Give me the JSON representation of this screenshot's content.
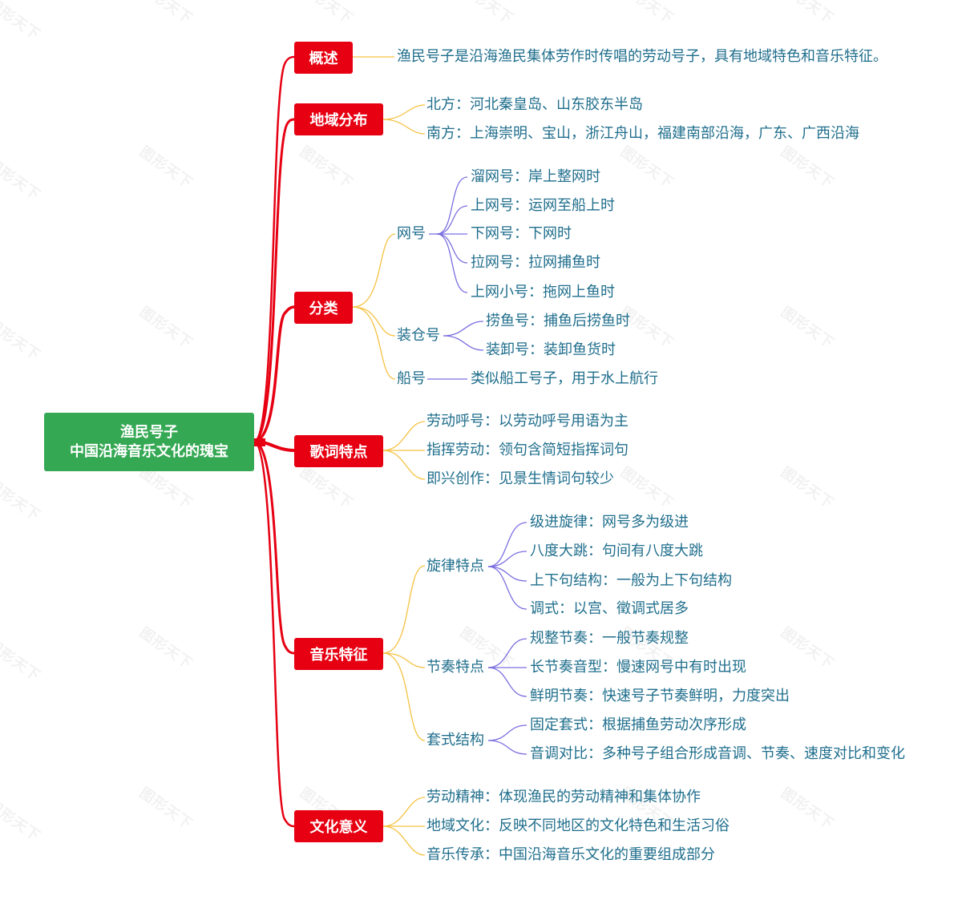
{
  "root": {
    "line1": "渔民号子",
    "line2": "中国沿海音乐文化的瑰宝",
    "color": "#34a853"
  },
  "colors": {
    "main_box": "#e60012",
    "trunk": "#e60012",
    "level2_link": "#f5c242",
    "level3_link": "#7b6fe0",
    "leaf_text": "#1f6e8c"
  },
  "watermark": "图形天下",
  "branches": {
    "overview": {
      "label": "概述",
      "items": [
        "渔民号子是沿海渔民集体劳作时传唱的劳动号子，具有地域特色和音乐特征。"
      ]
    },
    "distribution": {
      "label": "地域分布",
      "items": [
        "北方：河北秦皇岛、山东胶东半岛",
        "南方：上海崇明、宝山，浙江舟山，福建南部沿海，广东、广西沿海"
      ]
    },
    "classification": {
      "label": "分类",
      "groups": [
        {
          "label": "网号",
          "items": [
            "溜网号：岸上整网时",
            "上网号：运网至船上时",
            "下网号：下网时",
            "拉网号：拉网捕鱼时",
            "上网小号：拖网上鱼时"
          ]
        },
        {
          "label": "装仓号",
          "items": [
            "捞鱼号：捕鱼后捞鱼时",
            "装卸号：装卸鱼货时"
          ]
        },
        {
          "label": "船号",
          "items": [
            "类似船工号子，用于水上航行"
          ]
        }
      ]
    },
    "lyrics": {
      "label": "歌词特点",
      "items": [
        "劳动呼号：以劳动呼号用语为主",
        "指挥劳动：领句含简短指挥词句",
        "即兴创作：见景生情词句较少"
      ]
    },
    "music": {
      "label": "音乐特征",
      "groups": [
        {
          "label": "旋律特点",
          "items": [
            "级进旋律：网号多为级进",
            "八度大跳：句间有八度大跳",
            "上下句结构：一般为上下句结构",
            "调式：以宫、徵调式居多"
          ]
        },
        {
          "label": "节奏特点",
          "items": [
            "规整节奏：一般节奏规整",
            "长节奏音型：慢速网号中有时出现",
            "鲜明节奏：快速号子节奏鲜明，力度突出"
          ]
        },
        {
          "label": "套式结构",
          "items": [
            "固定套式：根据捕鱼劳动次序形成",
            "音调对比：多种号子组合形成音调、节奏、速度对比和变化"
          ]
        }
      ]
    },
    "culture": {
      "label": "文化意义",
      "items": [
        "劳动精神：体现渔民的劳动精神和集体协作",
        "地域文化：反映不同地区的文化特色和生活习俗",
        "音乐传承：中国沿海音乐文化的重要组成部分"
      ]
    }
  }
}
